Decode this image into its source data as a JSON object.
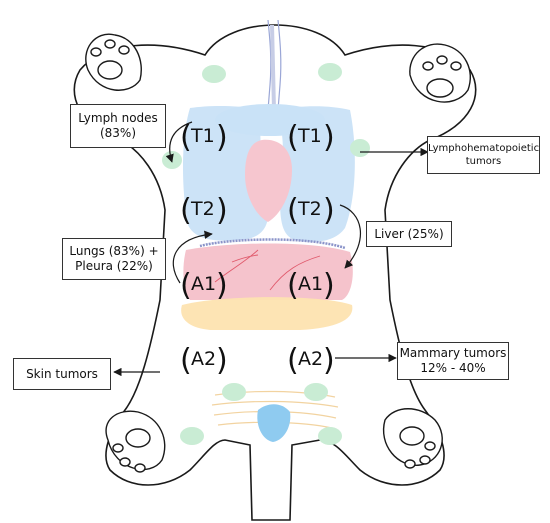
{
  "labels": {
    "lymph_nodes": [
      "Lymph nodes",
      "(83%)"
    ],
    "lympho": [
      "Lymphohematopoietic",
      "tumors"
    ],
    "lungs": [
      "Lungs (83%) +",
      "Pleura (22%)"
    ],
    "liver": "Liver (25%)",
    "skin": "Skin tumors",
    "mammary": [
      "Mammary tumors",
      "12% - 40%"
    ]
  },
  "regions": {
    "t1_left": "T1",
    "t1_right": "T1",
    "t2_left": "T2",
    "t2_right": "T2",
    "a1_left": "A1",
    "a1_right": "A1",
    "a2_left": "A2",
    "a2_right": "A2"
  },
  "colors": {
    "outline": "#1a1a1a",
    "thorax": "#c9e2f7",
    "heart": "#f6c6cf",
    "liver": "#f4bcc6",
    "intestine": "#fde3b0",
    "nodes": "#c9ecd4",
    "bladder": "#8fcbf0",
    "trachea": "#9aa6d6"
  }
}
